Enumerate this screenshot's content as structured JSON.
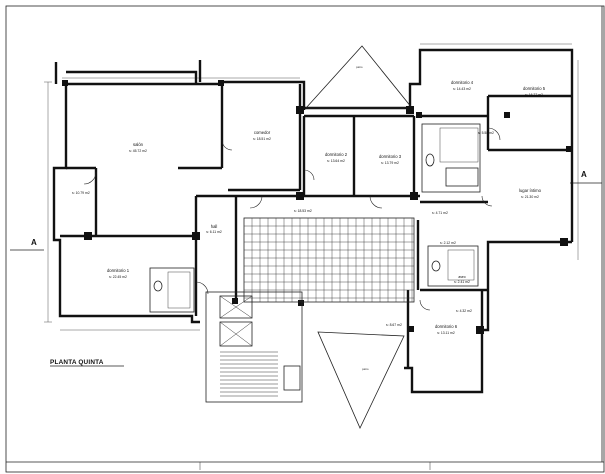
{
  "plan": {
    "title": "PLANTA QUINTA",
    "section_mark_left": "A",
    "section_mark_right": "A",
    "watermark": "",
    "rooms": [
      {
        "id": "salon",
        "name": "salón",
        "area": "s: 45.72 m2"
      },
      {
        "id": "comedor",
        "name": "comedor",
        "area": "s: 18.51 m2"
      },
      {
        "id": "hall",
        "name": "hall",
        "area": "s: 6.11 m2"
      },
      {
        "id": "dorm1",
        "name": "dormitorio 1",
        "area": "s: 22.45 m2"
      },
      {
        "id": "dorm2",
        "name": "dormitorio 2",
        "area": "s: 13.64 m2"
      },
      {
        "id": "dorm3",
        "name": "dormitorio 3",
        "area": "s: 13.79 m2"
      },
      {
        "id": "dorm4",
        "name": "dormitorio 4",
        "area": "s: 14.43 m2"
      },
      {
        "id": "dorm5",
        "name": "dormitorio 5",
        "area": "s: 16.77 m2"
      },
      {
        "id": "dorm6",
        "name": "dormitorio 6",
        "area": "s: 13.11 m2"
      },
      {
        "id": "estar",
        "name": "lugar íntimo",
        "area": "s: 21.30 m2"
      },
      {
        "id": "patio_top",
        "name": "patio",
        "area": ""
      },
      {
        "id": "patio_bottom",
        "name": "patio",
        "area": ""
      },
      {
        "id": "aseo",
        "name": "aseo",
        "area": "s: 2.41 m2"
      }
    ],
    "dimensions": [
      "s: 10.79 m2",
      "s: 18.53 m2",
      "s: 4.71 m2",
      "s: 5.58 m2",
      "s: 8.67 m2",
      "s: 4.32 m2",
      "s: 2.12 m2"
    ]
  }
}
